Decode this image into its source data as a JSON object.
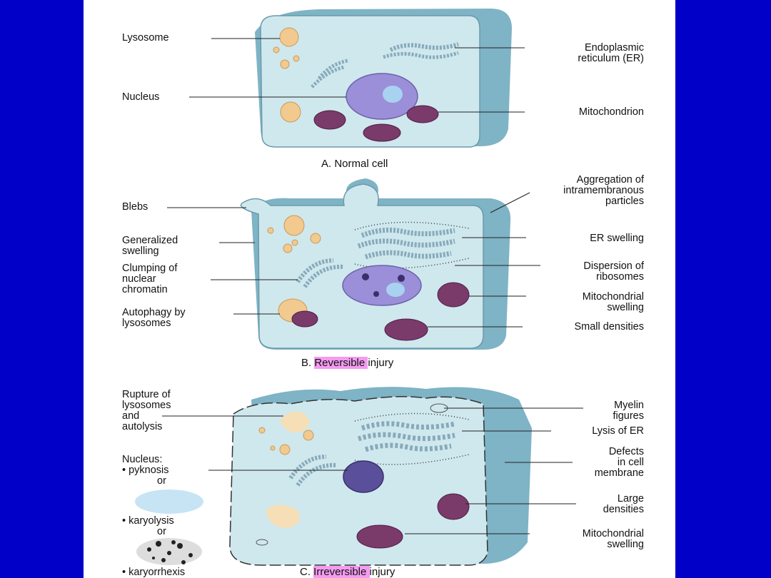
{
  "colors": {
    "background": "#0000c8",
    "panel": "#ffffff",
    "cytoplasm": "#cfe8ee",
    "membrane": "#8fbccc",
    "nucleus": "#9a8fd8",
    "mitochondrion": "#7a3a6a",
    "lysosome": "#f2c98e",
    "highlight": "#f49bf0"
  },
  "panels": {
    "a": {
      "caption": "A. Normal cell",
      "labels": {
        "lysosome": "Lysosome",
        "nucleus": "Nucleus",
        "er": "Endoplasmic\nreticulum (ER)",
        "mitochondrion": "Mitochondrion"
      }
    },
    "b": {
      "caption_prefix": "B. ",
      "caption_highlight": "Reversible ",
      "caption_suffix": "injury",
      "labels": {
        "blebs": "Blebs",
        "generalized_swelling": "Generalized\nswelling",
        "clumping": "Clumping of\nnuclear\nchromatin",
        "autophagy": "Autophagy by\nlysosomes",
        "aggregation": "Aggregation of\nintramembranous\nparticles",
        "er_swelling": "ER swelling",
        "dispersion": "Dispersion of\nribosomes",
        "mito_swelling": "Mitochondrial\nswelling",
        "small_densities": "Small densities"
      }
    },
    "c": {
      "caption_prefix": "C. ",
      "caption_highlight": "Irreversible ",
      "caption_suffix": "injury",
      "labels": {
        "rupture": "Rupture of\nlysosomes\nand\nautolysis",
        "nucleus": "Nucleus:",
        "pyknosis": "• pyknosis",
        "or1": "or",
        "karyolysis": "• karyolysis",
        "or2": "or",
        "karyorrhexis": "• karyorrhexis",
        "myelin": "Myelin\nfigures",
        "lysis_er": "Lysis of ER",
        "defects": "Defects\nin cell\nmembrane",
        "large_densities": "Large\ndensities",
        "mito_swelling": "Mitochondrial\nswelling"
      }
    }
  }
}
